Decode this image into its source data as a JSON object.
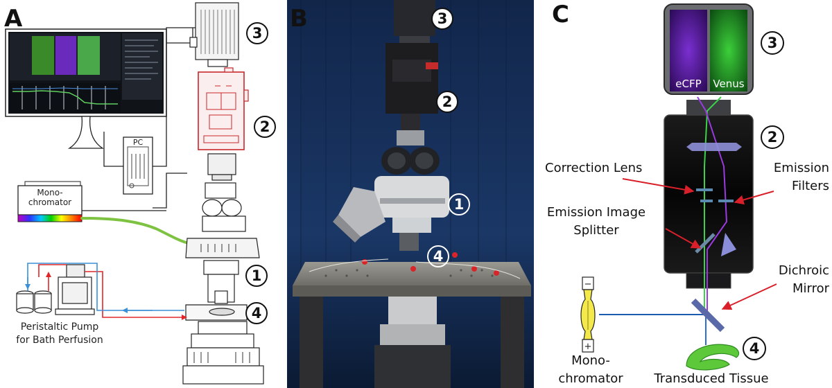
{
  "panels": {
    "a": {
      "letter": "A",
      "pc_label": "PC",
      "monochromator_line1": "Mono-",
      "monochromator_line2": "chromator",
      "pump_line1": "Peristaltic Pump",
      "pump_line2": "for Bath Perfusion",
      "markers": [
        "3",
        "2",
        "1",
        "4"
      ]
    },
    "b": {
      "letter": "B",
      "markers": [
        "3",
        "2",
        "1",
        "4"
      ]
    },
    "c": {
      "letter": "C",
      "camera_left_label": "eCFP",
      "camera_right_label": "Venus",
      "correction_lens": "Correction Lens",
      "emission_filters_line1": "Emission",
      "emission_filters_line2": "Filters",
      "emission_splitter_line1": "Emission Image",
      "emission_splitter_line2": "Splitter",
      "dichroic_line1": "Dichroic",
      "dichroic_line2": "Mirror",
      "monochromator_line1": "Mono-",
      "monochromator_line2": "chromator",
      "tissue": "Transduced Tissue",
      "markers": [
        "3",
        "2",
        "4"
      ]
    }
  },
  "colors": {
    "fiber": "#7ec242",
    "tubing_red": "#e0262a",
    "tubing_blue": "#3a8fd6",
    "arrow_red": "#d9202a",
    "beam_blue": "#4fb4ff",
    "beam_green": "#3cd24a",
    "beam_purple": "#9a3ae0"
  }
}
